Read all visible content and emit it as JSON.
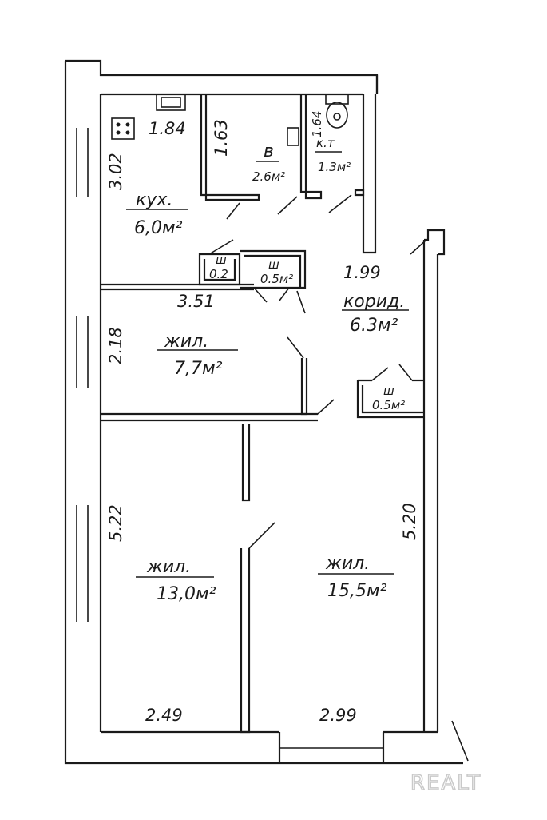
{
  "rooms": {
    "kitchen": {
      "name": "кух.",
      "area": "6,0м²"
    },
    "bathroom": {
      "name": "в",
      "area": "2.6м²"
    },
    "toilet": {
      "name": "к.т",
      "area": "1.3м²"
    },
    "closet_kitchen": {
      "name": "ш",
      "area": "0.2"
    },
    "closet_mid": {
      "name": "ш",
      "area": "0.5м²"
    },
    "corridor": {
      "name": "корид.",
      "area": "6.3м²"
    },
    "closet_corridor": {
      "name": "ш",
      "area": "0.5м²"
    },
    "living_small": {
      "name": "жил.",
      "area": "7,7м²"
    },
    "living_left": {
      "name": "жил.",
      "area": "13,0м²"
    },
    "living_right": {
      "name": "жил.",
      "area": "15,5м²"
    }
  },
  "dimensions": {
    "kitchen_width": "1.84",
    "kitchen_height": "3.02",
    "bath_height": "1.63",
    "toilet_height": "1.64",
    "corridor_width": "1.99",
    "small_room_width": "3.51",
    "small_room_height": "2.18",
    "left_room_height": "5.22",
    "right_room_height": "5.20",
    "left_room_width": "2.49",
    "right_room_width": "2.99"
  },
  "watermark": "REALT",
  "icons": {
    "stove": "stove-icon",
    "sink": "sink-icon",
    "toilet": "toilet-icon"
  }
}
